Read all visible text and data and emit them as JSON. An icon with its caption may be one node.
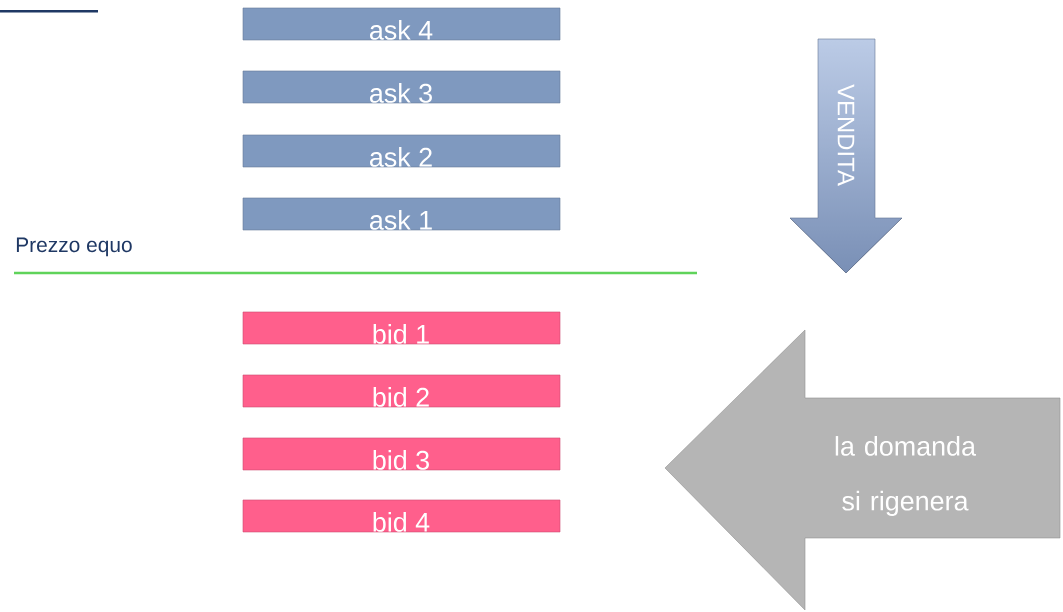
{
  "diagram": {
    "nodes": [
      {
        "text": [
          "ask 4"
        ]
      },
      {
        "text": [
          "ask 3"
        ]
      },
      {
        "text": [
          "ask 2"
        ]
      },
      {
        "text": [
          "ask 1"
        ]
      },
      {
        "text": [
          "bid 1"
        ]
      },
      {
        "text": [
          "bid 2"
        ]
      },
      {
        "text": [
          "bid 3"
        ]
      },
      {
        "text": [
          "bid 4"
        ]
      },
      {
        "text": [
          "VENDITA"
        ]
      },
      {
        "text": [
          "la domanda si rigenera"
        ]
      }
    ],
    "edges": [],
    "labels": [
      "Prezzo equo"
    ]
  }
}
